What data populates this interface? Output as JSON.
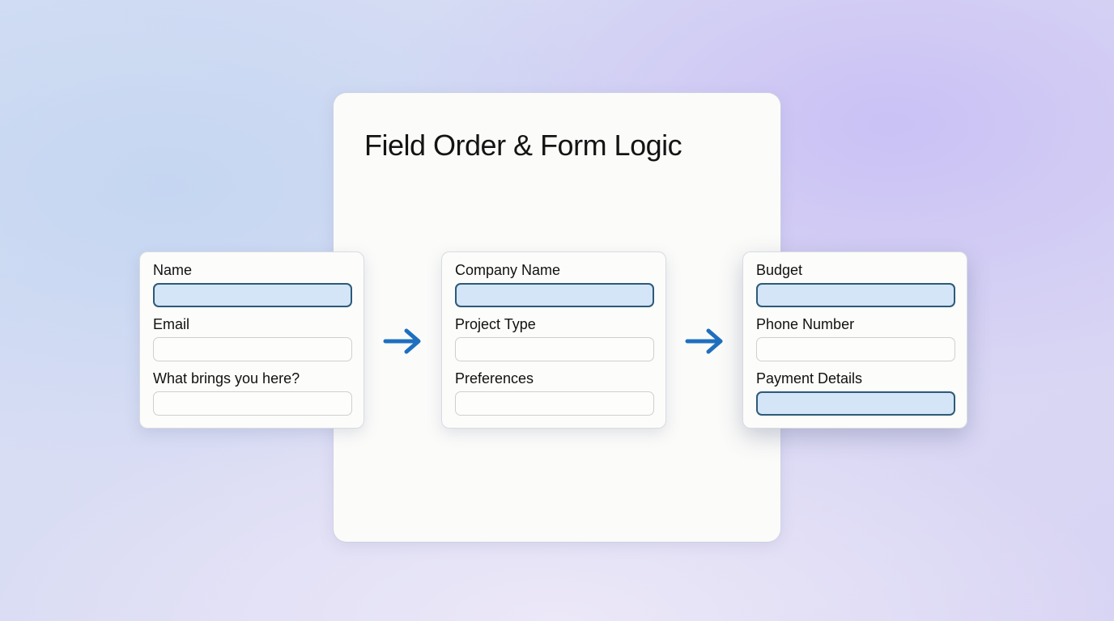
{
  "title": "Field Order & Form Logic",
  "colors": {
    "arrow": "#1f6fbf",
    "highlight_fill": "#d3e5f6",
    "highlight_border": "#2d5a78"
  },
  "steps": [
    {
      "fields": [
        {
          "label": "Name",
          "highlighted": true
        },
        {
          "label": "Email",
          "highlighted": false
        },
        {
          "label": "What brings you here?",
          "highlighted": false
        }
      ]
    },
    {
      "fields": [
        {
          "label": "Company Name",
          "highlighted": true
        },
        {
          "label": "Project Type",
          "highlighted": false
        },
        {
          "label": "Preferences",
          "highlighted": false
        }
      ]
    },
    {
      "fields": [
        {
          "label": "Budget",
          "highlighted": true
        },
        {
          "label": "Phone Number",
          "highlighted": false
        },
        {
          "label": "Payment Details",
          "highlighted": true
        }
      ]
    }
  ],
  "arrows": [
    "arrow-right-icon",
    "arrow-right-icon"
  ]
}
